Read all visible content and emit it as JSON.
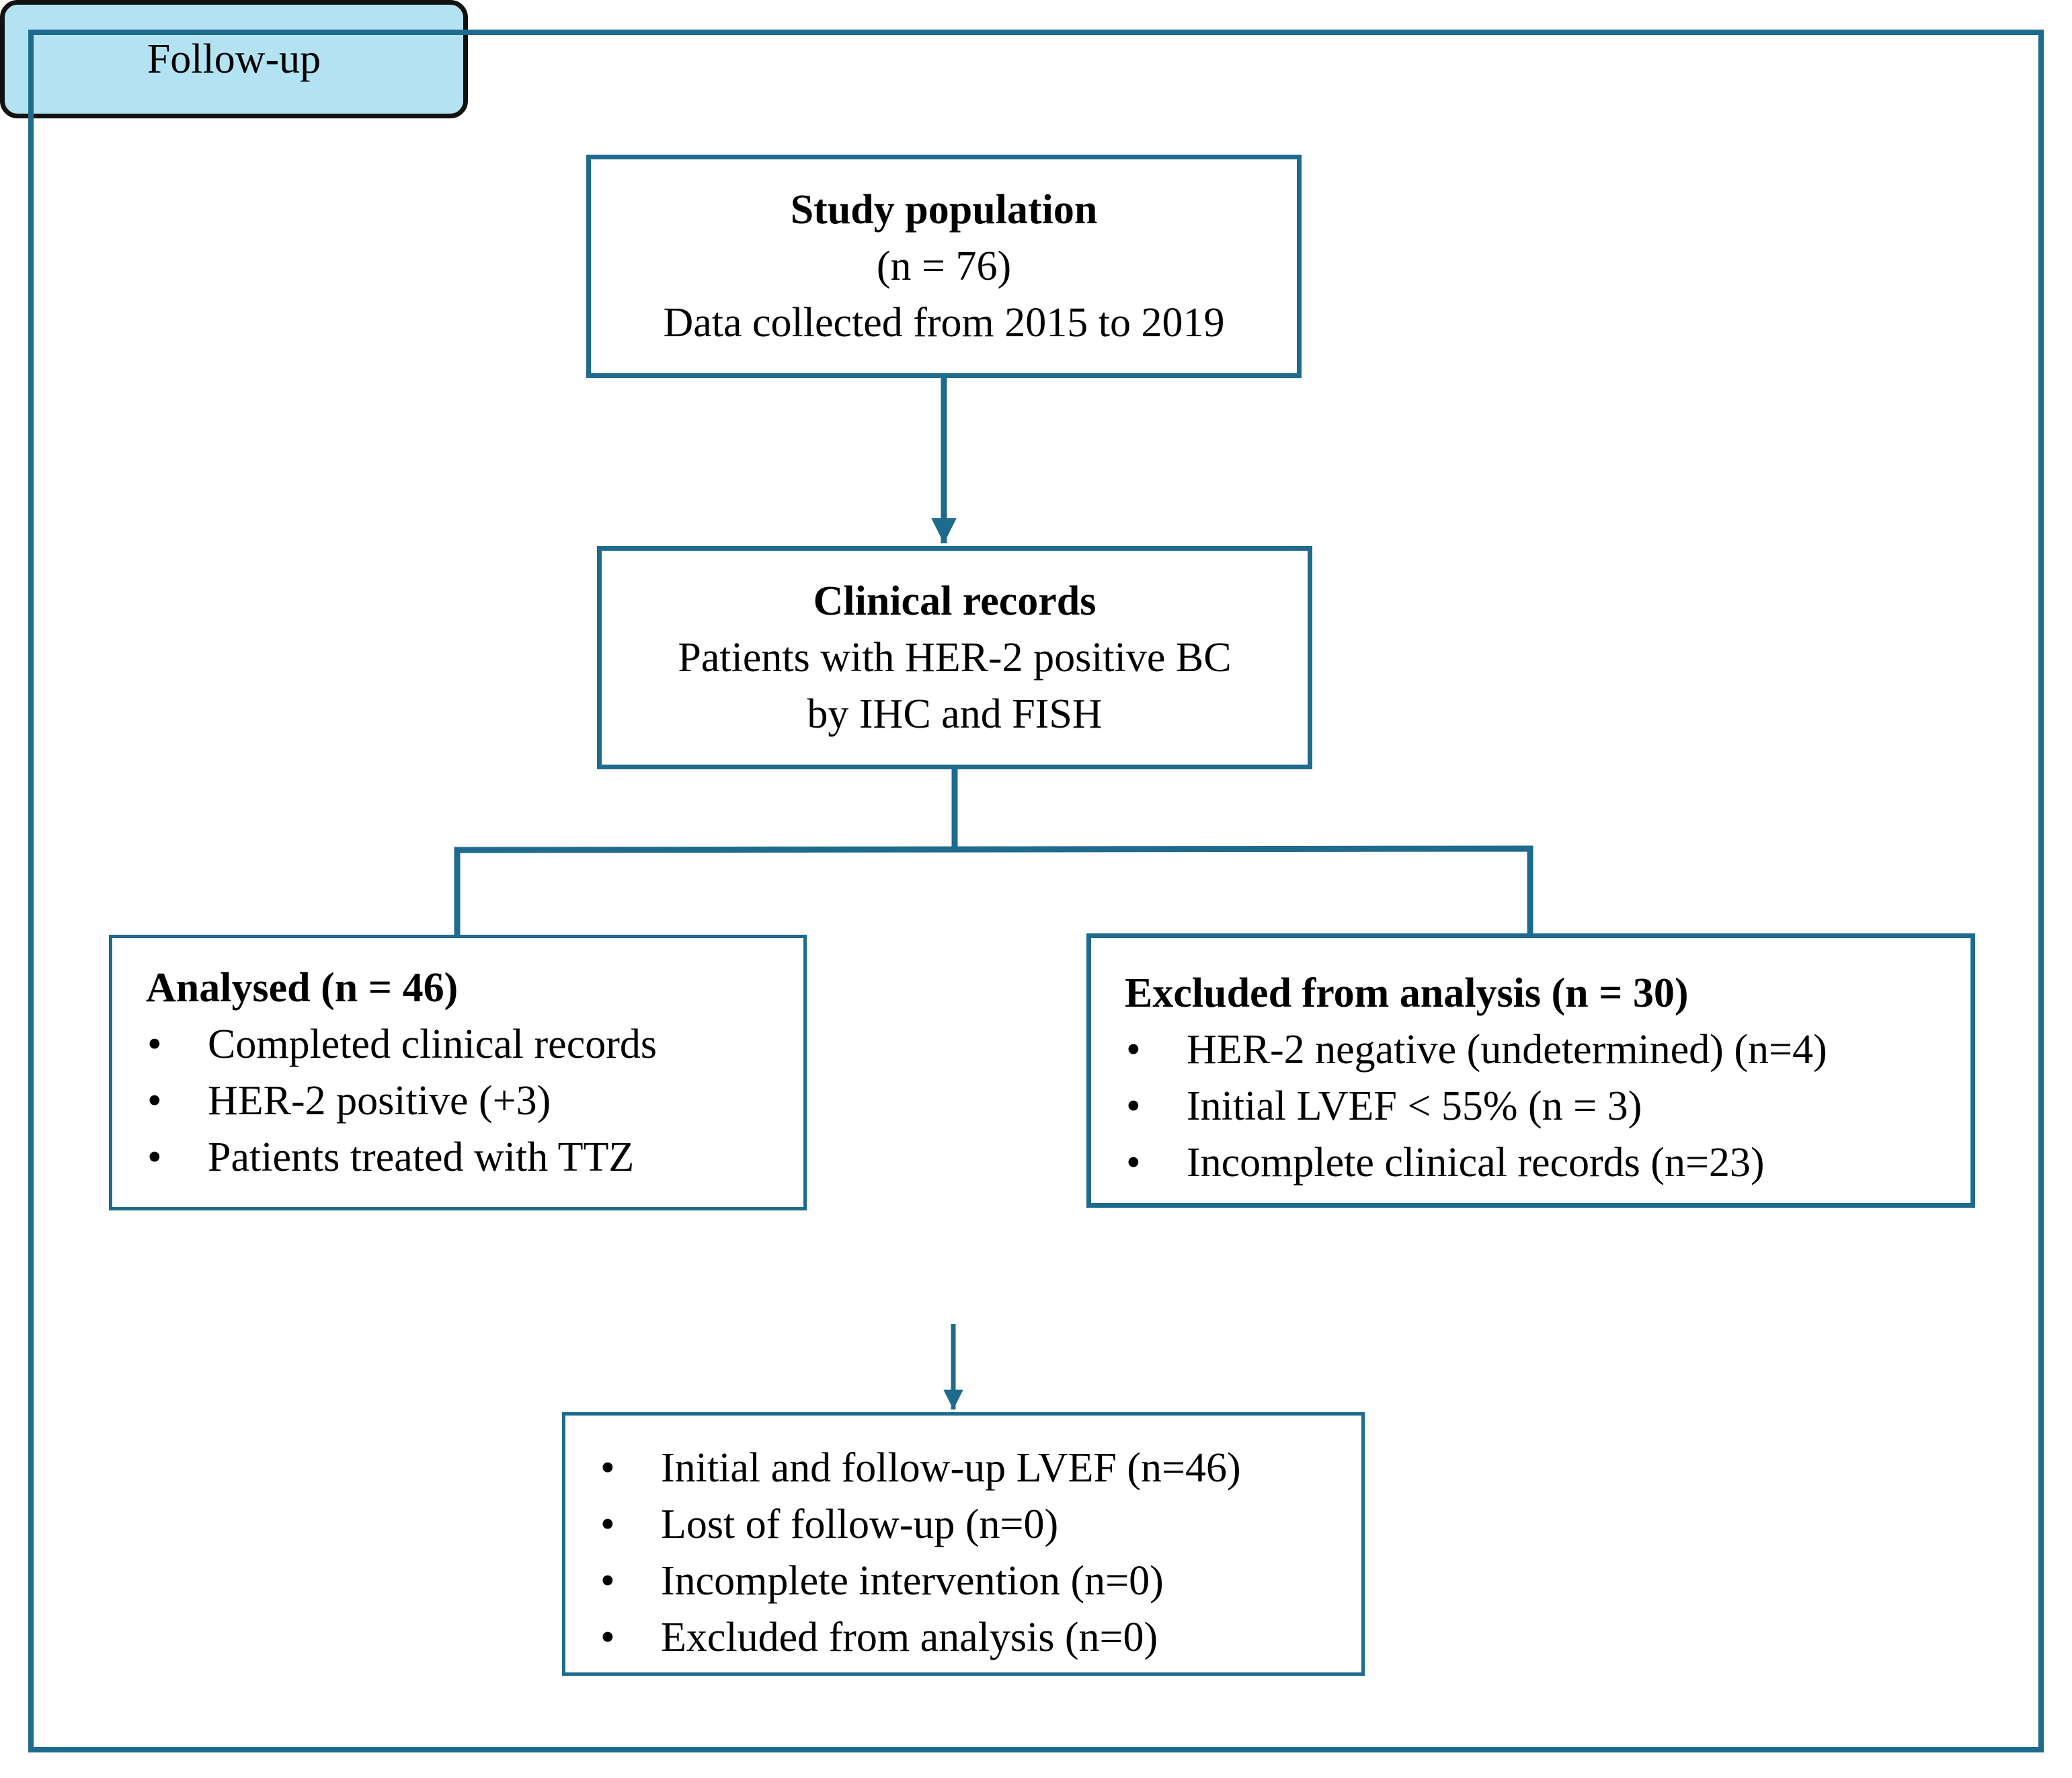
{
  "colors": {
    "frame": "#1f6b8e",
    "connector": "#1f6b8e",
    "followup_fill": "#b3e3f3",
    "followup_border": "#111111"
  },
  "study_population": {
    "title": "Study population",
    "count": "(n = 76)",
    "detail": "Data collected from 2015 to 2019"
  },
  "clinical_records": {
    "title": "Clinical records",
    "line1": "Patients with HER-2 positive BC",
    "line2": "by IHC and FISH"
  },
  "analysed": {
    "title": "Analysed (n = 46)",
    "items": [
      "Completed clinical records",
      "HER-2 positive (+3)",
      "Patients treated with TTZ"
    ]
  },
  "excluded": {
    "title": "Excluded from analysis (n = 30)",
    "items": [
      "HER-2 negative (undetermined) (n=4)",
      "Initial LVEF < 55% (n = 3)",
      "Incomplete clinical records (n=23)"
    ]
  },
  "followup": {
    "label": "Follow-up"
  },
  "followup_results": {
    "items": [
      "Initial and follow-up LVEF (n=46)",
      "Lost of follow-up (n=0)",
      "Incomplete intervention (n=0)",
      "Excluded from analysis (n=0)"
    ]
  },
  "bullet_char": "•"
}
